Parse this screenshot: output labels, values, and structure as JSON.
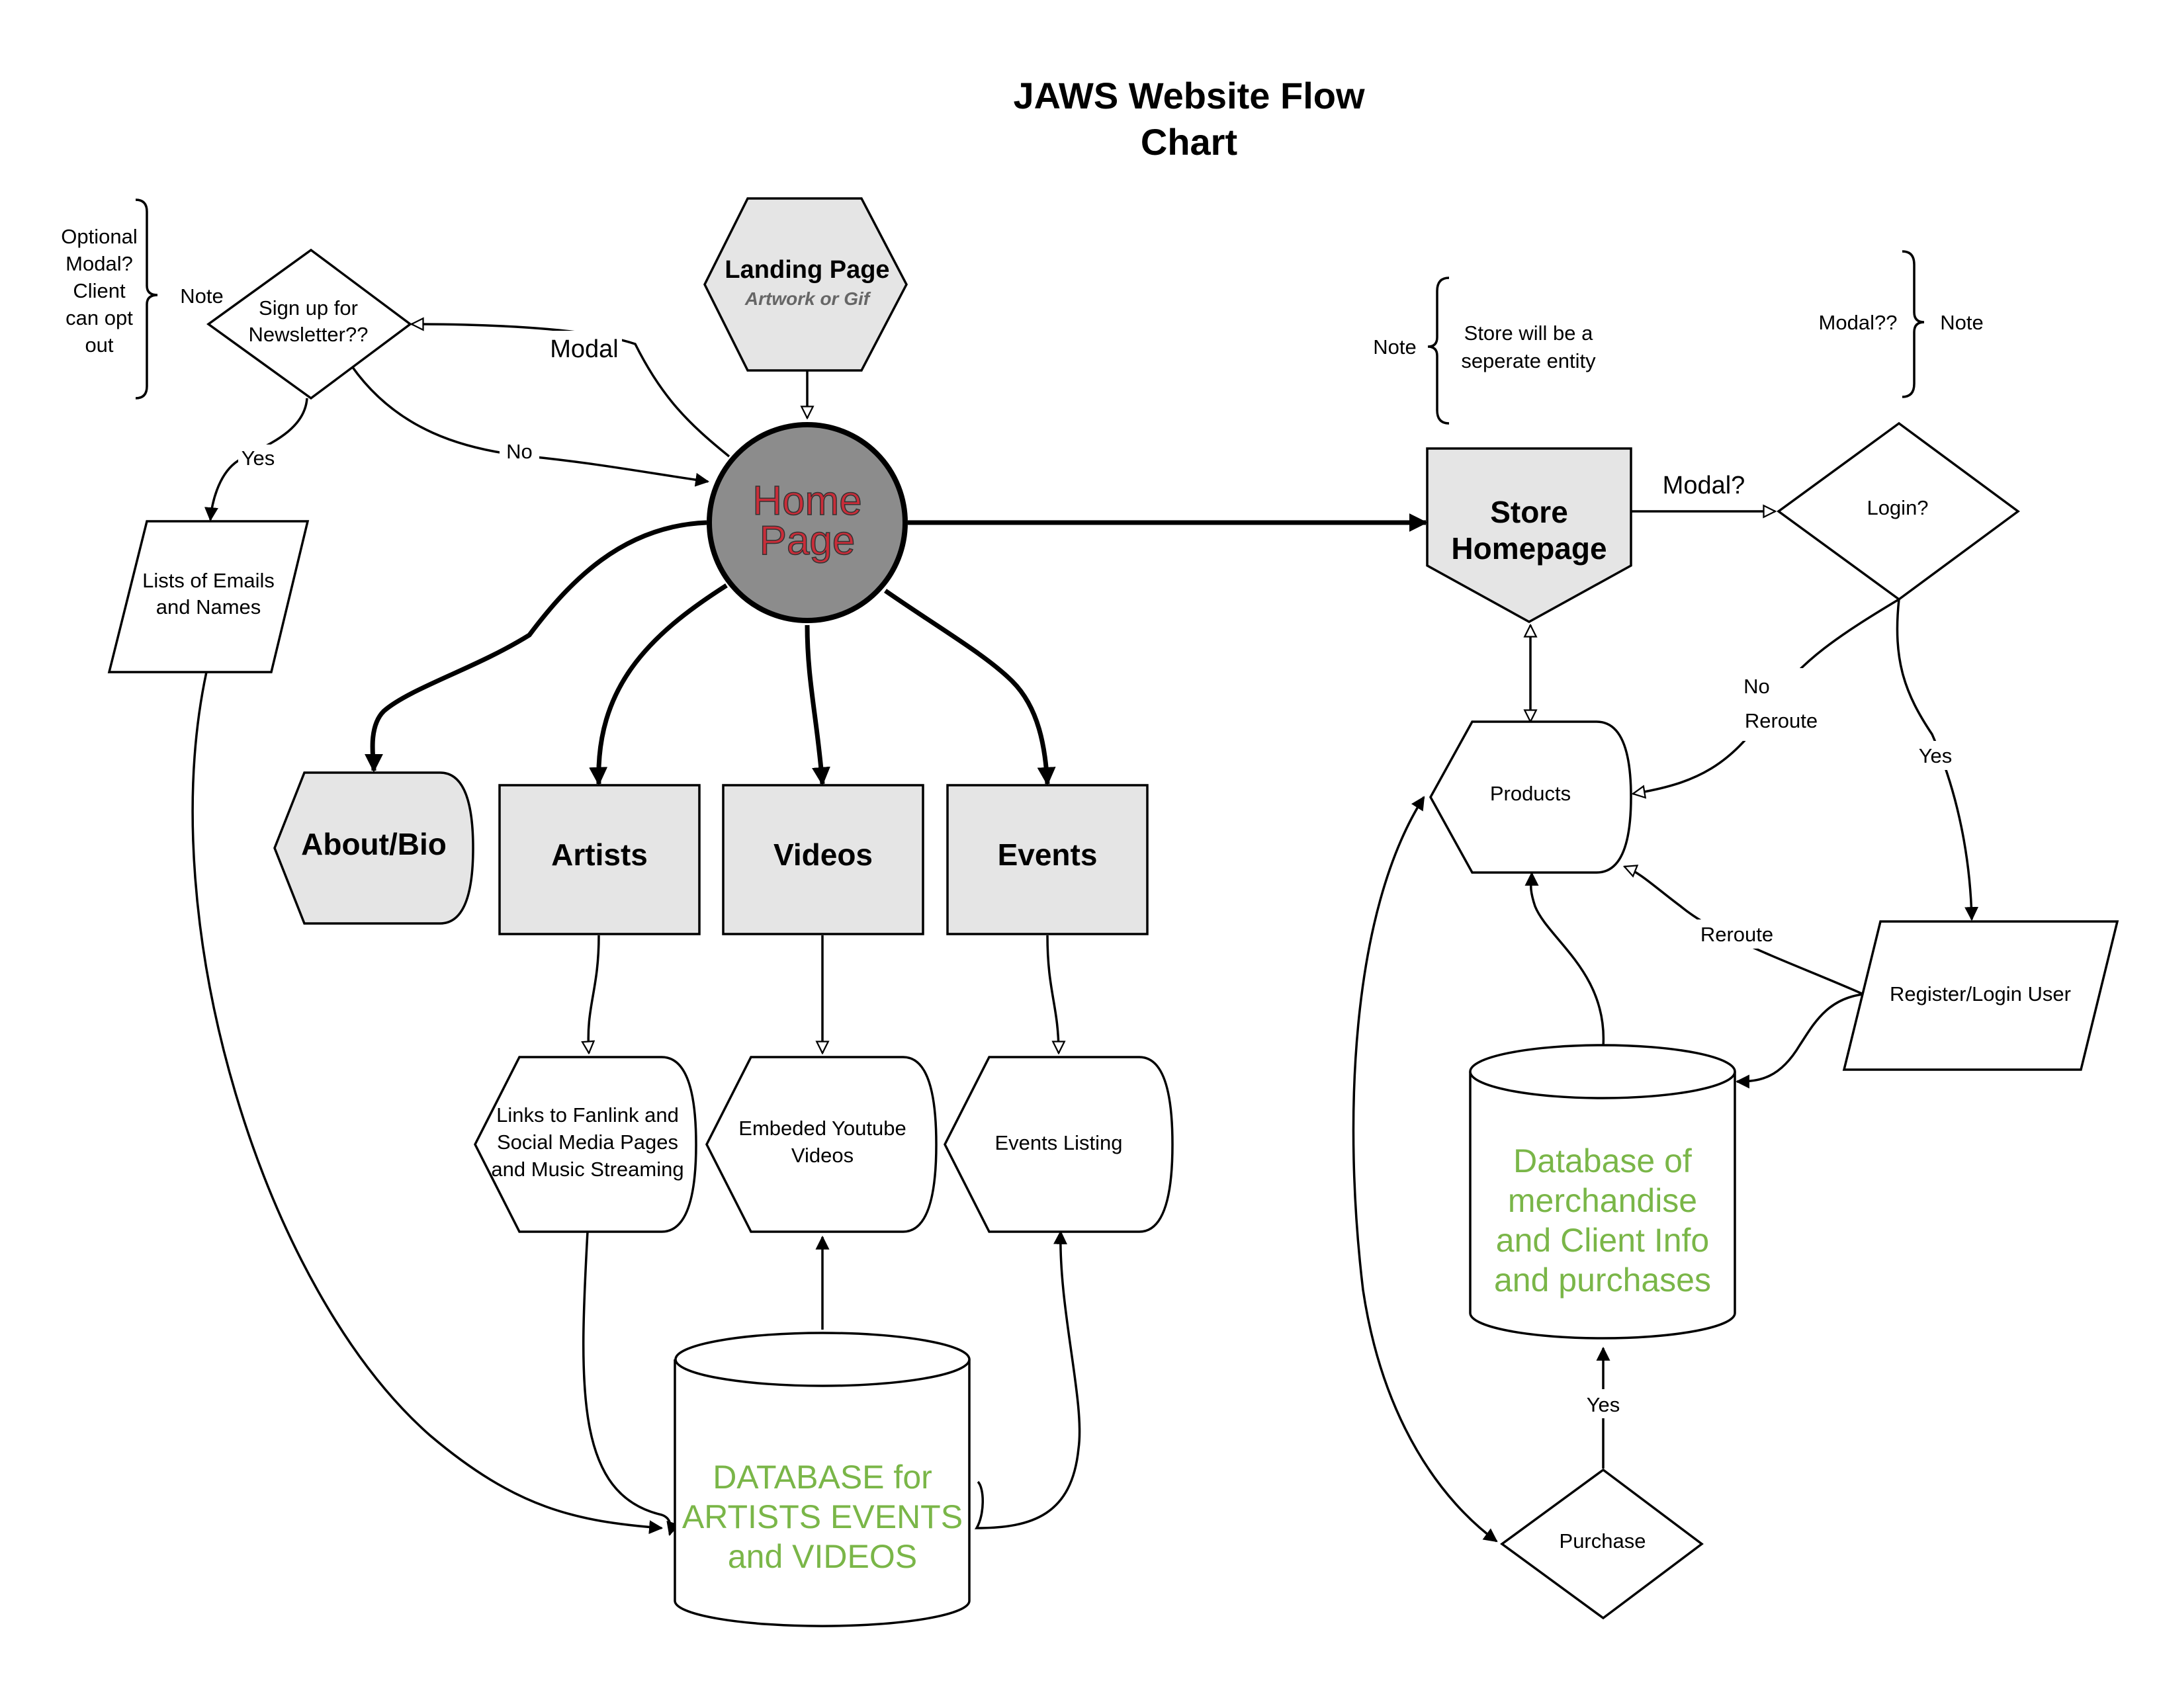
{
  "title": [
    "JAWS Website Flow",
    "Chart"
  ],
  "nodes": {
    "landing": {
      "label": "Landing Page",
      "sublabel": "Artwork or Gif"
    },
    "home": {
      "label": [
        "Home",
        "Page"
      ]
    },
    "newsletter": {
      "label": [
        "Sign up for",
        "Newsletter??"
      ]
    },
    "emails": {
      "label": [
        "Lists of Emails",
        "and Names"
      ]
    },
    "about": {
      "label": "About/Bio"
    },
    "artists": {
      "label": "Artists"
    },
    "videos": {
      "label": "Videos"
    },
    "events": {
      "label": "Events"
    },
    "links": {
      "label": [
        "Links to Fanlink and",
        "Social Media Pages",
        "and Music Streaming"
      ]
    },
    "youtube": {
      "label": [
        "Embeded Youtube",
        "Videos"
      ]
    },
    "events_listing": {
      "label": "Events Listing"
    },
    "db_artists": {
      "label": [
        "DATABASE for",
        "ARTISTS EVENTS",
        "and VIDEOS"
      ]
    },
    "store": {
      "label": [
        "Store",
        "Homepage"
      ]
    },
    "login": {
      "label": "Login?"
    },
    "products": {
      "label": "Products"
    },
    "register": {
      "label": "Register/Login User"
    },
    "db_merch": {
      "label": [
        "Database of",
        "merchandise",
        "and Client Info",
        "and purchases"
      ]
    },
    "purchase": {
      "label": "Purchase"
    }
  },
  "notes": {
    "optional_modal": {
      "text": [
        "Optional",
        "Modal?",
        "Client",
        "can opt",
        "out"
      ],
      "tag": "Note"
    },
    "store_entity": {
      "text": [
        "Store will be a",
        "seperate entity"
      ],
      "tag": "Note"
    },
    "modal_q": {
      "text": "Modal??",
      "tag": "Note"
    }
  },
  "edge_labels": {
    "modal": "Modal",
    "no": "No",
    "yes": "Yes",
    "modal_q": "Modal?",
    "no_reroute_1": "No",
    "no_reroute_2": "Reroute",
    "yes_login": "Yes",
    "reroute": "Reroute",
    "yes_purchase": "Yes"
  },
  "colors": {
    "node_fill": "#e5e5e5",
    "home_fill": "#8c8c8c",
    "home_text": "#c92d39",
    "database_text": "#7ab648",
    "line": "#000000"
  }
}
